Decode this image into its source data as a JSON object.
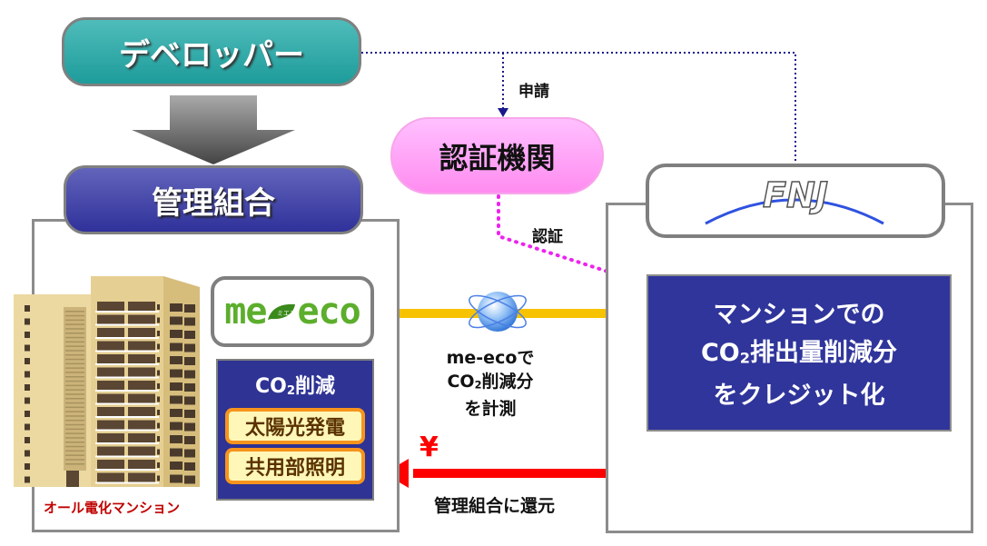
{
  "diagram": {
    "developer": {
      "label": "デベロッパー",
      "color": "#2aa5a4"
    },
    "management_association": {
      "label": "管理組合",
      "color": "#3d3fa6"
    },
    "building_caption": "オール電化マンション",
    "meeco_logo": {
      "left": "me",
      "leaf_text": "ミエコ",
      "right": "eco",
      "color": "#5cae2c"
    },
    "co2_panel": {
      "title_prefix": "CO",
      "title_sub": "2",
      "title_suffix": "削減",
      "items": [
        "太陽光発電",
        "共用部照明"
      ]
    },
    "certification_body": {
      "label": "認証機関",
      "color": "#ff99f0"
    },
    "apply_label": "申請",
    "certify_label": "認証",
    "fnj_logo": {
      "text": "FNJ"
    },
    "measure_text": {
      "line1": "me-ecoで",
      "line2_prefix": "CO",
      "line2_sub": "2",
      "line2_suffix": "削減分",
      "line3": "を計測"
    },
    "credit_box": {
      "line1": "マンションでの",
      "line2_prefix": "CO",
      "line2_sub": "2",
      "line2_suffix": "排出量削減分",
      "line3": "をクレジット化",
      "color": "#30359b"
    },
    "yen_symbol": "¥",
    "return_label": "管理組合に還元",
    "colors": {
      "measure_arrow": "#f7c300",
      "return_arrow": "#ff0000",
      "apply_line": "#1a1a8c",
      "certify_line": "#ee22ee"
    }
  }
}
